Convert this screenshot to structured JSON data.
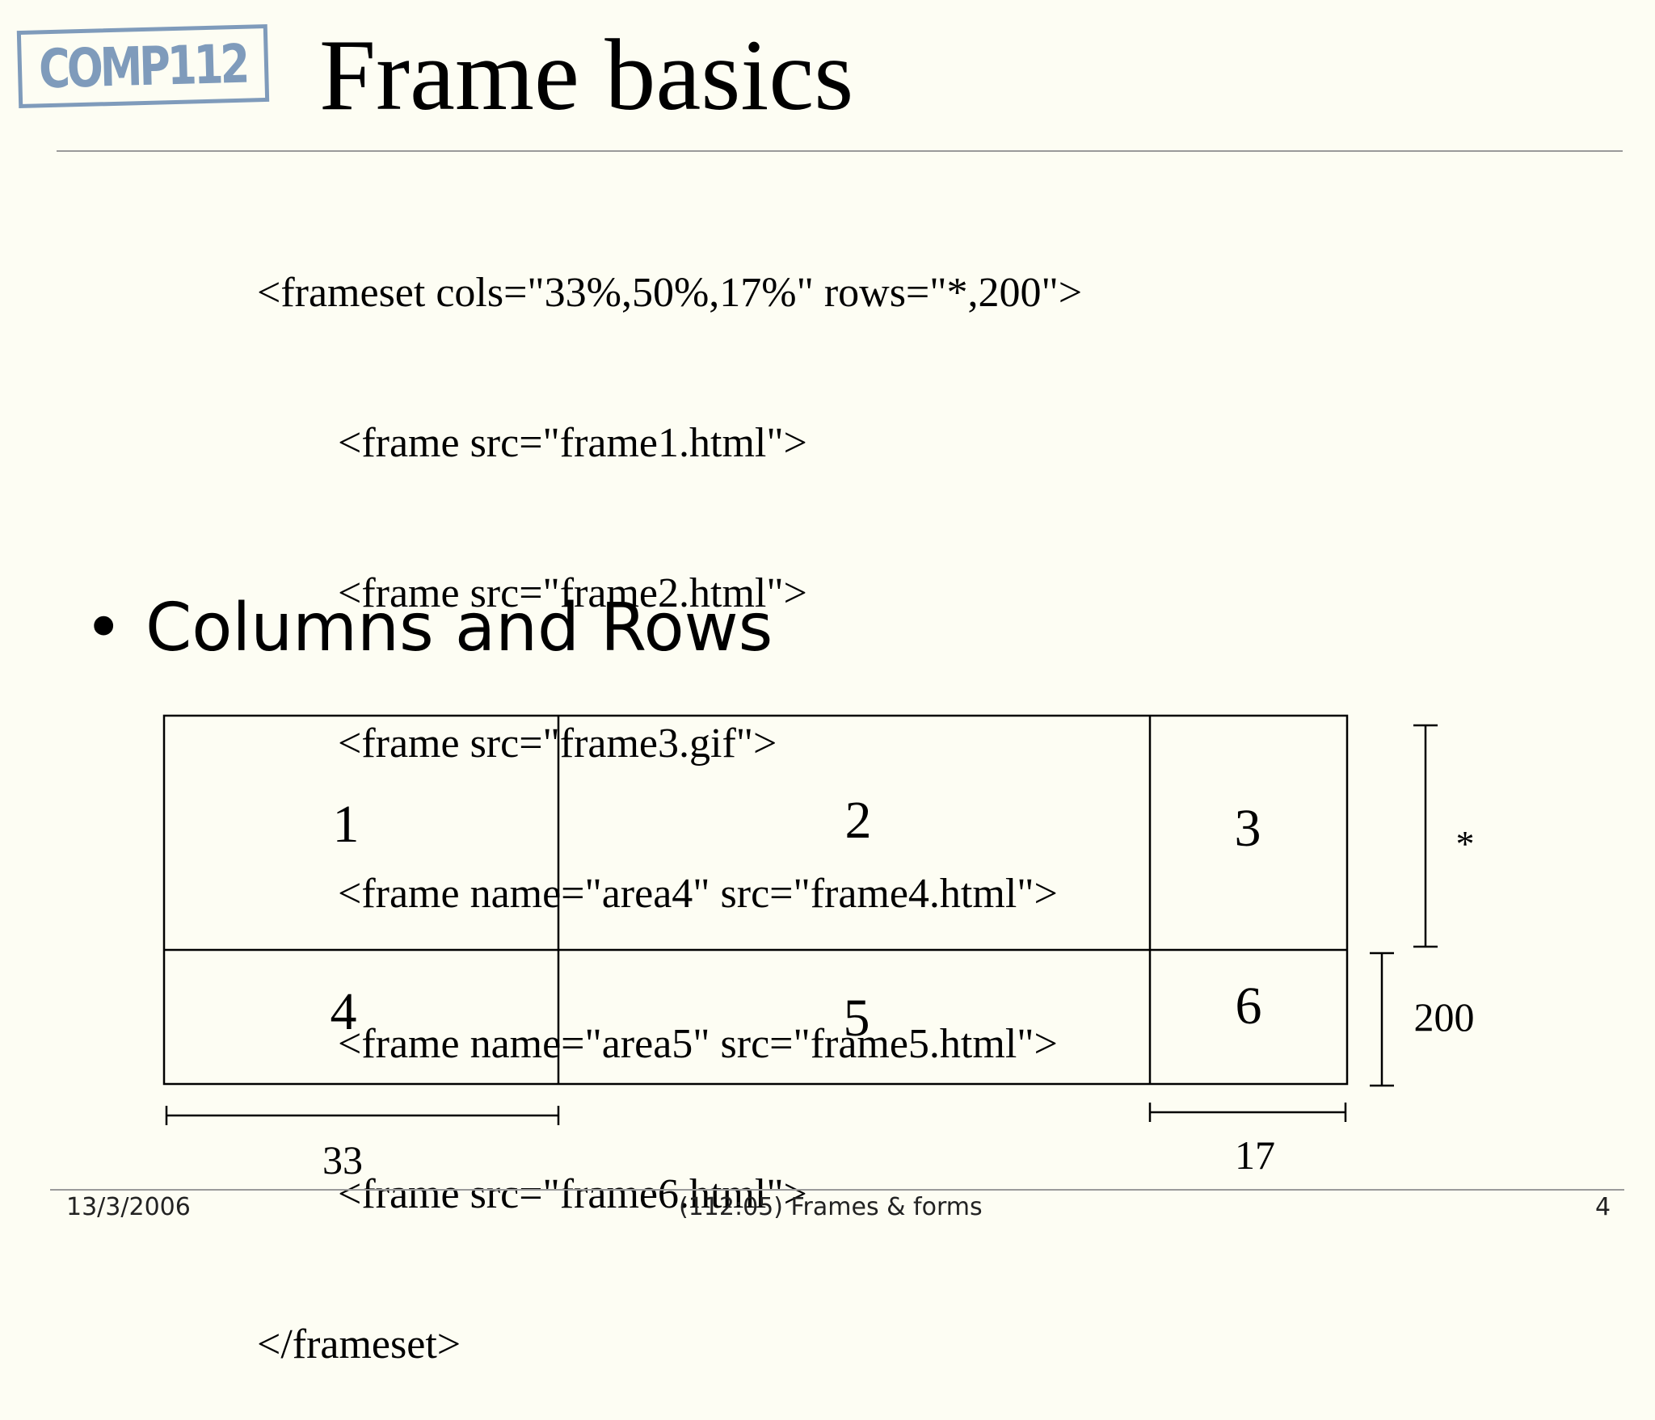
{
  "slide": {
    "logo_text": "COMP112",
    "title": "Frame basics",
    "code_lines": [
      "<frameset cols=\"33%,50%,17%\" rows=\"*,200\">",
      "<frame src=\"frame1.html\">",
      "<frame src=\"frame2.html\">",
      "<frame src=\"frame3.gif\">",
      "<frame name=\"area4\" src=\"frame4.html\">",
      "<frame name=\"area5\" src=\"frame5.html\">",
      "<frame src=\"frame6.html\">",
      "</frameset>"
    ],
    "bullet": "Columns and Rows"
  },
  "diagram": {
    "cells": [
      "1",
      "2",
      "3",
      "4",
      "5",
      "6"
    ],
    "row_labels": [
      "*",
      "200"
    ],
    "col_labels": [
      "33",
      "17"
    ]
  },
  "footer": {
    "date": "13/3/2006",
    "center": "(112:05) Frames & forms",
    "page": "4"
  }
}
